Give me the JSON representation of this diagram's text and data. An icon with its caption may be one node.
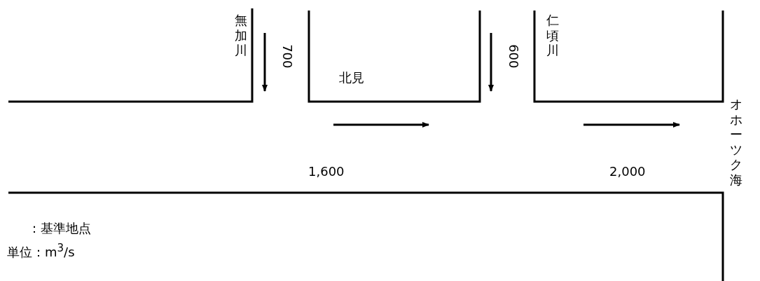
{
  "diagram": {
    "labels": [
      "無加川",
      "700",
      "北見",
      "600",
      "仁頃川",
      "オホーツク海",
      "1,600",
      "2,000",
      "：基準地点",
      "単位：m$^{3}$/s"
    ]
  }
}
